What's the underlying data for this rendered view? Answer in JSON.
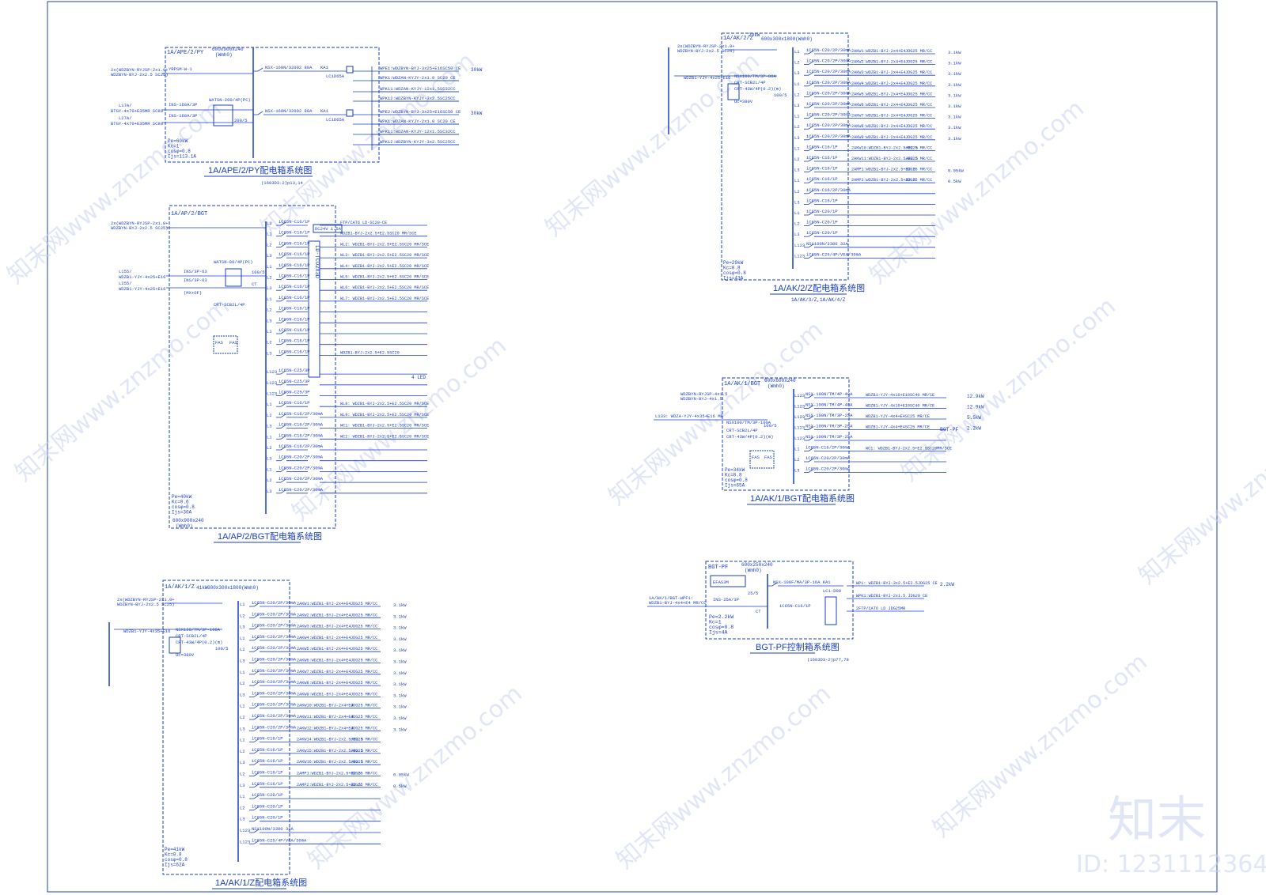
{
  "colors": {
    "line": "#1a3fc4",
    "watermark": "#c9d3f2",
    "background": "#ffffff"
  },
  "watermark": {
    "site": "www.znzmo.com",
    "brand": "知末网",
    "logo": "知末",
    "id_label": "ID: 1231112364"
  },
  "panels": [
    {
      "key": "ape",
      "title": "1A/APE/2/PY配电箱系统图",
      "header_id": "1A/APE/2/PY",
      "header_size": "600x900x240",
      "header_mount": "(Wmh0)",
      "summary": [
        "Pe=60kW",
        "Kc=1",
        "cosφ=0.8",
        "Ijs=113.1A"
      ],
      "incoming": [
        "2x(WDZBYN-RYJSP-2x1.0+",
        "WDZBYN-BYJ-2x2.5 SC25)",
        "L17A/",
        "BTGY-4x70+E35MR SC80",
        "L27A/",
        "BTGY-4x70+E35MR SC80"
      ],
      "devices": [
        "INS-160A/3P",
        "INS-160A/3P",
        "WATSN-200/4P(PC)",
        "YRPSM-W-1",
        "200/5"
      ],
      "circuits": [
        {
          "breaker": "NSX-160N/32002 80A",
          "contactor": "KA1",
          "relay": "LC1D65A",
          "cable": "WPE1:WDZBYN-BYJ-3x25+E16SC50 CE",
          "load": "30kW"
        },
        {
          "breaker": "",
          "contactor": "",
          "relay": "",
          "cable": "WPK1:WDZAN-KYJY-2x1.0 SC20 CE",
          "load": ""
        },
        {
          "breaker": "",
          "contactor": "",
          "relay": "",
          "cable": "WPK11:WDZAN-KYJY-12x1.5SC32CC",
          "load": ""
        },
        {
          "breaker": "",
          "contactor": "",
          "relay": "",
          "cable": "WPK12:WDZBYN-KYJY-3x2.5SC25CC",
          "load": ""
        },
        {
          "breaker": "NSX-160N/32002 80A",
          "contactor": "KA1",
          "relay": "LC1D65A",
          "cable": "WPE2:WDZBYN-BYJ-3x25+E16SC50 CE",
          "load": "30kW"
        },
        {
          "breaker": "",
          "contactor": "",
          "relay": "",
          "cable": "WPK1:WDZAN-KYJY-2x1.0 SC20 CE",
          "load": ""
        },
        {
          "breaker": "",
          "contactor": "",
          "relay": "",
          "cable": "WPK11:WDZAN-KYJY-12x1.5SC32CC",
          "load": ""
        },
        {
          "breaker": "",
          "contactor": "",
          "relay": "",
          "cable": "WPK12:WDZBYN-KYJY-3x2.5SC25CC",
          "load": ""
        }
      ],
      "note": "(1603D3-2)p13,14"
    },
    {
      "key": "ap",
      "title": "1A/AP/2/BGT配电箱系统图",
      "header_id": "1A/AP/2/BGT",
      "header_size": "600x900x240",
      "header_mount": "(Wmh0)",
      "summary": [
        "Pe=40kW",
        "Kc=0.6",
        "cosφ=0.8",
        "Ijs=30A"
      ],
      "incoming": [
        "2x(WDZBYN-RYJSP-2x1.0+",
        "WDZBYN-BYJ-2x2.5 SC25)",
        "L155/",
        "WDZB1-YJY-4x25+E16",
        "L255/",
        "WDZB1-YJY-4x25+E16"
      ],
      "devices": [
        "INS/3P-63",
        "INS/3P-63",
        "WATSN-80/4P(PC)",
        "(MX+OF)",
        "100/5",
        "CT",
        "CRT-SCB2L/4P",
        "FAS",
        "FAS"
      ],
      "circuits": [
        {
          "phase": "L1",
          "breaker": "iC65N-C16/1P",
          "cable": "FTP/CAT6 LD-SC20-CE"
        },
        {
          "phase": "L1",
          "breaker": "iC65N-C16/1P",
          "cable": "WDZB1-BYJ-2x2.5+E2.5SC20 MR/SCE"
        },
        {
          "phase": "L2",
          "breaker": "iC65N-C16/1P",
          "cable": "WL2: WDZB1-BYJ-2x2.5+E2.5SC20 MR/SCE"
        },
        {
          "phase": "L3",
          "breaker": "iC65N-C16/1P",
          "cable": "WL3: WDZB1-BYJ-2x2.5+E2.5SC20 MR/SCE"
        },
        {
          "phase": "L1",
          "breaker": "iC65N-C16/1P",
          "cable": "WL4: WDZB1-BYJ-2x2.5+E2.5SC20 MR/SCE"
        },
        {
          "phase": "L2",
          "breaker": "iC65N-C16/1P",
          "cable": "WL5: WDZB1-BYJ-2x2.5+E2.5SC20 MR/SCE"
        },
        {
          "phase": "L3",
          "breaker": "iC65N-C16/1P",
          "cable": "WL6: WDZB1-BYJ-2x2.5+E2.5SC20 MR/SCE"
        },
        {
          "phase": "L1",
          "breaker": "iC65N-C16/1P",
          "cable": "WL7: WDZB1-BYJ-2x2.5+E2.5SC20 MR/SCE"
        },
        {
          "phase": "L2",
          "breaker": "iC65N-C16/1P",
          "cable": ""
        },
        {
          "phase": "L3",
          "breaker": "iC65N-C16/1P",
          "cable": ""
        },
        {
          "phase": "L1",
          "breaker": "iC65N-C16/1P",
          "cable": ""
        },
        {
          "phase": "L2",
          "breaker": "iC65N-C16/1P",
          "cable": ""
        },
        {
          "phase": "L3",
          "breaker": "iC65N-C16/1P",
          "cable": "WDZB1-BYJ-2x2.5+E2.5SC20"
        },
        {
          "phase": "L123",
          "breaker": "iC65N-C25/3P",
          "cable": ""
        },
        {
          "phase": "L123",
          "breaker": "iC65N-C25/3P",
          "cable": ""
        },
        {
          "phase": "L123",
          "breaker": "iC65N-C25/3P",
          "cable": ""
        },
        {
          "phase": "L1",
          "breaker": "iC65N-C16/1P",
          "cable": "WL8: WDZB1-BYJ-2x2.5+E2.5SC20 MR/SCE"
        },
        {
          "phase": "L2",
          "breaker": "iC65N-C16/2P/30mA",
          "cable": "WL9: WDZB1-BYJ-2x2.5+E2.5SC20 MR/SCE"
        },
        {
          "phase": "L3",
          "breaker": "iC65N-C16/2P/30mA",
          "cable": "WC1: WDZB1-BYJ-2x2.5+E2.5SC20 MR/SCE"
        },
        {
          "phase": "L1",
          "breaker": "iC65N-C16/2P/30mA",
          "cable": "WC2: WDZB1-BYJ-2x2.5+E2.5SC20 MR/SCE"
        },
        {
          "phase": "L2",
          "breaker": "iC65N-C16/2P/30mA",
          "cable": ""
        },
        {
          "phase": "L3",
          "breaker": "iC65N-C20/2P/30mA",
          "cable": ""
        },
        {
          "phase": "L1",
          "breaker": "iC65N-C20/2P/30mA",
          "cable": ""
        },
        {
          "phase": "L2",
          "breaker": "iC65N-C20/2P/30mA",
          "cable": ""
        },
        {
          "phase": "L3",
          "breaker": "iC65N-C20/2P/30mA",
          "cable": ""
        }
      ],
      "ups": "DC24V 1.5A",
      "bus_label": "LD-TCO2X3D",
      "bottom_size": "600x900x240",
      "bottom_mount": "(Wmh0)",
      "led_label": "4 LED"
    },
    {
      "key": "ak1z",
      "title": "1A/AK/1/Z配电箱系统图",
      "header_id": "1A/AK/1/Z",
      "header_size": "600x300x1800(Wmh0)",
      "header_power": "41kW",
      "summary": [
        "Pe=41kW",
        "Kc=0.8",
        "cosφ=0.8",
        "Ijs=62A"
      ],
      "incoming": [
        "2x(WDZBYN-RYJSP-2x1.0+",
        "WDZBYN-BYJ-2x2.5 SC25)",
        "WDZB1-YJY-4x35+E16"
      ],
      "devices": [
        "NSX160/TM/3P-100A",
        "CRT-SCB2L/4P",
        "CRT-43W/4P(0.2)(m)",
        "100/5",
        "Uc=380V"
      ],
      "circuits": [
        {
          "phase": "L1",
          "breaker": "iC65N-C20/2P/30mA",
          "cable": "2AKW1:WDZB1-BYJ-2x4+E4",
          "conduit": "JDG25 MR/CC",
          "load": "3.1kW"
        },
        {
          "phase": "L2",
          "breaker": "iC65N-C20/2P/30mA",
          "cable": "2AKW2:WDZB1-BYJ-2x4+E4",
          "conduit": "JDG25 MR/CC",
          "load": "3.1kW"
        },
        {
          "phase": "L3",
          "breaker": "iC65N-C20/2P/30mA",
          "cable": "2AKW3:WDZB1-BYJ-2x4+E4",
          "conduit": "JDG25 MR/CC",
          "load": "3.1kW"
        },
        {
          "phase": "L1",
          "breaker": "iC65N-C20/2P/30mA",
          "cable": "2AKW4:WDZB1-BYJ-2x4+E4",
          "conduit": "JDG25 MR/CC",
          "load": "3.1kW"
        },
        {
          "phase": "L2",
          "breaker": "iC65N-C20/2P/30mA",
          "cable": "2AKW5:WDZB1-BYJ-2x4+E4",
          "conduit": "JDG25 MR/CC",
          "load": "3.1kW"
        },
        {
          "phase": "L3",
          "breaker": "iC65N-C20/2P/30mA",
          "cable": "2AKW6:WDZB1-BYJ-2x4+E4",
          "conduit": "JDG25 MR/CC",
          "load": "3.1kW"
        },
        {
          "phase": "L1",
          "breaker": "iC65N-C20/2P/30mA",
          "cable": "2AKW7:WDZB1-BYJ-2x4+E4",
          "conduit": "JDG25 MR/CC",
          "load": "3.1kW"
        },
        {
          "phase": "L2",
          "breaker": "iC65N-C20/2P/30mA",
          "cable": "2AKW8:WDZB1-BYJ-2x4+E4",
          "conduit": "JDG25 MR/CC",
          "load": "3.1kW"
        },
        {
          "phase": "L3",
          "breaker": "iC65N-C20/2P/30mA",
          "cable": "2AKW9:WDZB1-BYJ-2x4+E4",
          "conduit": "JDG25 MR/CC",
          "load": "3.1kW"
        },
        {
          "phase": "L1",
          "breaker": "iC65N-C20/2P/30mA",
          "cable": "2AKW10:WDZB1-BYJ-2x4+E4",
          "conduit": "JDG25 MR/CC",
          "load": "3.1kW"
        },
        {
          "phase": "L2",
          "breaker": "iC65N-C20/2P/30mA",
          "cable": "2AKW11:WDZB1-BYJ-2x4+E4",
          "conduit": "JDG25 MR/CC",
          "load": "3.1kW"
        },
        {
          "phase": "L3",
          "breaker": "iC65N-C20/2P/30mA",
          "cable": "2AKW12:WDZB1-BYJ-2x4+E4",
          "conduit": "JDG25 MR/CC",
          "load": "3.1kW"
        },
        {
          "phase": "L1",
          "breaker": "iC65N-C16/1P",
          "cable": "2AKW14:WDZB1-BYJ-2x2.5+E2.5",
          "conduit": "JDG25 MR/CC",
          "load": ""
        },
        {
          "phase": "L2",
          "breaker": "iC65N-C16/1P",
          "cable": "2AKW15:WDZB1-BYJ-2x2.5+E2.5",
          "conduit": "JDG25 MR/CC",
          "load": ""
        },
        {
          "phase": "L3",
          "breaker": "iC65N-C16/1P",
          "cable": "2AKW16:WDZB1-BYJ-2x2.5+E2.5",
          "conduit": "JDG25 MR/CC",
          "load": ""
        },
        {
          "phase": "L2",
          "breaker": "iC65N-C16/1P",
          "cable": "2AMP1:WDZB1-BYJ-2x2.5+E2.5",
          "conduit": "JDG25 MR/CC",
          "load": "0.05kW"
        },
        {
          "phase": "L3",
          "breaker": "iC65N-C16/1P",
          "cable": "2AMP2:WDZB1-BYJ-2x2.5+E2.5",
          "conduit": "JDG25 MR/CC",
          "load": "0.5kW"
        },
        {
          "phase": "L1",
          "breaker": "iC65N-C20/1P",
          "cable": "",
          "conduit": "",
          "load": ""
        },
        {
          "phase": "L2",
          "breaker": "iC65N-C20/1P",
          "cable": "",
          "conduit": "",
          "load": ""
        },
        {
          "phase": "L3",
          "breaker": "iC65N-C20/1P",
          "cable": "",
          "conduit": "",
          "load": ""
        },
        {
          "phase": "L123",
          "breaker": "NSX100N/3300 32A",
          "cable": "",
          "conduit": "",
          "load": ""
        },
        {
          "phase": "L123",
          "breaker": "iC65N-C25/4P/VEA/30mA",
          "cable": "",
          "conduit": "",
          "load": ""
        }
      ]
    },
    {
      "key": "ak2z",
      "title": "1A/AK/2/Z配电箱系统图",
      "header_id": "1A/AK/2/Z",
      "header_size": "600x300x1800(Wmh0)",
      "header_power": "29kW",
      "summary": [
        "Pe=29kW",
        "Kc=0.8",
        "cosφ=0.8",
        "Ijs=43A"
      ],
      "note": "1A/AK/3/Z,1A/AK/4/Z",
      "incoming": [
        "2x(WDZBYN-RYJSP-2x1.0+",
        "WDZBYN-BYJ-2x2.5 SC25)",
        "WDZB1-YJY-4x25+E16"
      ],
      "devices": [
        "NSX100/TM/3P-80A",
        "CRT-SCB2L/4P",
        "CRT-43W/4P(0.2)(m)",
        "100/5",
        "Uc=380V"
      ],
      "circuits": [
        {
          "phase": "L1",
          "breaker": "iC65N-C20/2P/30mA",
          "cable": "2AKW1:WDZB1-BYJ-2x4+E4",
          "conduit": "JDG25 MR/CC",
          "load": "3.1kW"
        },
        {
          "phase": "L2",
          "breaker": "iC65N-C20/2P/30mA",
          "cable": "2AKW2:WDZB1-BYJ-2x4+E4",
          "conduit": "JDG25 MR/CC",
          "load": "3.1kW"
        },
        {
          "phase": "L3",
          "breaker": "iC65N-C20/2P/30mA",
          "cable": "2AKW3:WDZB1-BYJ-2x4+E4",
          "conduit": "JDG25 MR/CC",
          "load": "3.1kW"
        },
        {
          "phase": "L1",
          "breaker": "iC65N-C20/2P/30mA",
          "cable": "2AKW4:WDZB1-BYJ-2x4+E4",
          "conduit": "JDG25 MR/CC",
          "load": "3.1kW"
        },
        {
          "phase": "L2",
          "breaker": "iC65N-C20/2P/30mA",
          "cable": "2AKW5:WDZB1-BYJ-2x4+E4",
          "conduit": "JDG25 MR/CC",
          "load": "3.1kW"
        },
        {
          "phase": "L3",
          "breaker": "iC65N-C20/2P/30mA",
          "cable": "2AKW6:WDZB1-BYJ-2x4+E4",
          "conduit": "JDG25 MR/CC",
          "load": "3.1kW"
        },
        {
          "phase": "L1",
          "breaker": "iC65N-C20/2P/30mA",
          "cable": "2AKW7:WDZB1-BYJ-2x4+E4",
          "conduit": "JDG25 MR/CC",
          "load": "3.1kW"
        },
        {
          "phase": "L2",
          "breaker": "iC65N-C20/2P/30mA",
          "cable": "2AKW8:WDZB1-BYJ-2x4+E4",
          "conduit": "JDG25 MR/CC",
          "load": "3.1kW"
        },
        {
          "phase": "L3",
          "breaker": "iC65N-C20/2P/30mA",
          "cable": "2AKW9:WDZB1-BYJ-2x4+E4",
          "conduit": "JDG25 MR/CC",
          "load": "3.1kW"
        },
        {
          "phase": "L1",
          "breaker": "iC65N-C16/1P",
          "cable": "2AKW10:WDZB1-BYJ-2x2.5+E2.5",
          "conduit": "JDG25 MR/CC",
          "load": ""
        },
        {
          "phase": "L2",
          "breaker": "iC65N-C16/1P",
          "cable": "2AKW11:WDZB1-BYJ-2x2.5+E2.5",
          "conduit": "JDG25 MR/CC",
          "load": ""
        },
        {
          "phase": "L3",
          "breaker": "iC65N-C16/1P",
          "cable": "2AMP1:WDZB1-BYJ-2x2.5+E2.5",
          "conduit": "JDG25 MR/CC",
          "load": "0.05kW"
        },
        {
          "phase": "L1",
          "breaker": "iC65N-C16/1P",
          "cable": "2AMP2:WDZB1-BYJ-2x2.5+E2.5",
          "conduit": "JDG25 MR/CC",
          "load": "0.5kW"
        },
        {
          "phase": "L2",
          "breaker": "iC65N-C16/2P/30mA",
          "cable": "",
          "conduit": "",
          "load": ""
        },
        {
          "phase": "L3",
          "breaker": "iC65N-C16/1P",
          "cable": "",
          "conduit": "",
          "load": ""
        },
        {
          "phase": "L1",
          "breaker": "iC65N-C20/1P",
          "cable": "",
          "conduit": "",
          "load": ""
        },
        {
          "phase": "L2",
          "breaker": "iC65N-C20/1P",
          "cable": "",
          "conduit": "",
          "load": ""
        },
        {
          "phase": "L3",
          "breaker": "iC65N-C20/1P",
          "cable": "",
          "conduit": "",
          "load": ""
        },
        {
          "phase": "L123",
          "breaker": "NSX100N/3300 32A",
          "cable": "",
          "conduit": "",
          "load": ""
        },
        {
          "phase": "L123",
          "breaker": "iC65N-C25/4P/VEA/30mA",
          "cable": "",
          "conduit": "",
          "load": ""
        }
      ]
    },
    {
      "key": "ak1bgt",
      "title": "1A/AK/1/BGT配电箱系统图",
      "header_id": "1A/AK/1/BGT",
      "header_size": "600x600x240",
      "header_mount": "(Wmh0)",
      "summary": [
        "Pe=34kW",
        "Kc=0.8",
        "cosφ=0.8",
        "Ijs=65A"
      ],
      "incoming": [
        "WDZBYN-RYJSP-4x1.5",
        "WDZBYN-BYJ-4x1.5",
        "L133: WDZA-YJY-4x35+E16 MR"
      ],
      "devices": [
        "NSX100/TM/3P-100A",
        "CRT-SCB2L/4P",
        "CRT-43W/4P(0.2)(m)",
        "100/5",
        "FAS",
        "FAS"
      ],
      "circuits": [
        {
          "phase": "L123",
          "breaker": "NSX-100N/TM/4P-40A",
          "cable": "WDZB1-YJY-4x10+E10SC40 MR/CE",
          "load": "12.9kW"
        },
        {
          "phase": "L123",
          "breaker": "NSX-100N/TM/4P-40A",
          "cable": "WDZB1-YJY-4x10+E10SC40 MR/CE",
          "load": "12.9kW"
        },
        {
          "phase": "L123",
          "breaker": "NSX-100N/TM/3P-25A",
          "cable": "WDZB1-YJY-4x4+E4SC25 MR/CE",
          "load": "5.5kW"
        },
        {
          "phase": "L123",
          "breaker": "NSX-100N/TM/3P-25A",
          "cable": "WDZB1-YJY-4x4+E4SC25 MR/CE",
          "load": "2.2kW"
        },
        {
          "phase": "L123",
          "breaker": "NSX-100N/TM/3P-25A",
          "cable": "",
          "load": ""
        },
        {
          "phase": "L1",
          "breaker": "iC65N-C16/2P/30mA",
          "cable": "WC1: WDZB1-BYJ-2x2.5+E2.5SC20MR/SCE",
          "load": ""
        },
        {
          "phase": "L2",
          "breaker": "iC65N-C20/2P/30mA",
          "cable": "",
          "load": ""
        },
        {
          "phase": "L3",
          "breaker": "iC65N-C20/2P/30mA",
          "cable": "",
          "load": ""
        }
      ],
      "bgt_label": "BGT-PF"
    },
    {
      "key": "bgtpf",
      "title": "BGT-PF控制箱系统图",
      "header_id": "BGT-PF",
      "header_size": "600x250x240",
      "header_mount": "(Wmh0)",
      "summary": [
        "Pe=2.2kW",
        "Kc=1",
        "cosφ=0.8",
        "Ijs=4A"
      ],
      "incoming": [
        "1A/AK/1/BGT-WPF1:",
        "WDZB1-BYJ-4x4+E4 MR/CC"
      ],
      "devices": [
        "EFAS3M",
        "INS-25A/3P",
        "25/5",
        "iC65N-C16/1P",
        "CT"
      ],
      "circuits": [
        {
          "breaker": "NSX-100F/MA/3P-16A KA1",
          "relay": "LC1-D09",
          "cable": "WP1: WDZB1-BYJ-3x2.5+E2.5JDG25 CE",
          "load": "2.2kW"
        },
        {
          "breaker": "",
          "relay": "",
          "cable": "WPK1:WDZB1-BYJ-2x1.5 JDG20 CE",
          "load": ""
        },
        {
          "breaker": "",
          "relay": "",
          "cable": "2FTP/CAT6 LD JDG25MR",
          "load": ""
        }
      ],
      "note": "(1603D3-2)p77,78"
    }
  ]
}
